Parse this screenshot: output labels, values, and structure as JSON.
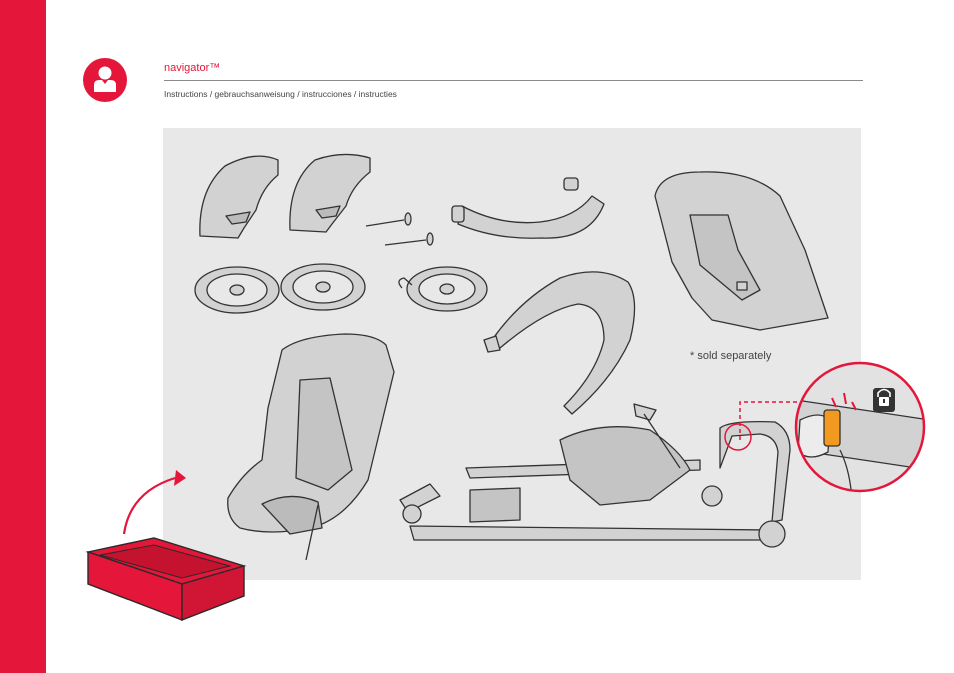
{
  "header": {
    "brand": "navigator™",
    "subtitle": "Instructions / gebrauchsanweisung / instrucciones / instructies"
  },
  "illustration": {
    "note": "* sold separately"
  },
  "colors": {
    "accent": "#e4163a",
    "panel": "#e8e8e8",
    "lock_highlight": "#f29a1f"
  },
  "icons": [
    "person-badge-icon",
    "lock-icon"
  ]
}
